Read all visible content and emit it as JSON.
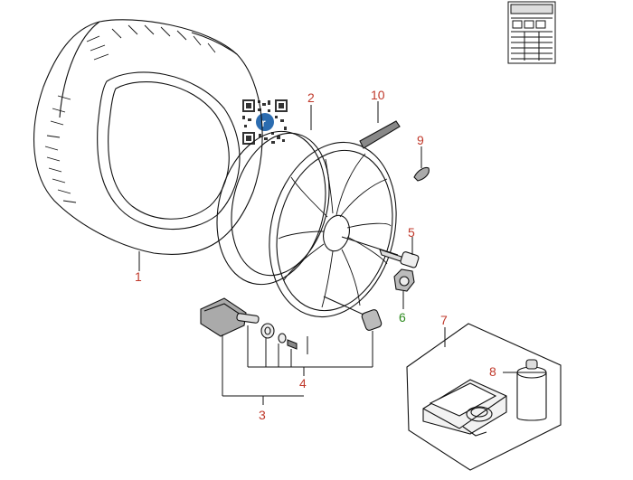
{
  "diagram": {
    "part_color": "#c0392b",
    "highlight_color": "#2e8b1f",
    "line_color": "#111111",
    "callouts": [
      {
        "id": "1",
        "label": "1",
        "part": "tire",
        "highlighted": false
      },
      {
        "id": "2",
        "label": "2",
        "part": "wheel-rim",
        "highlighted": false
      },
      {
        "id": "3",
        "label": "3",
        "part": "tpms-sensor-assembly",
        "highlighted": false
      },
      {
        "id": "4",
        "label": "4",
        "part": "valve-kit",
        "highlighted": false
      },
      {
        "id": "5",
        "label": "5",
        "part": "wheel-bolt",
        "highlighted": false
      },
      {
        "id": "6",
        "label": "6",
        "part": "lock-nut",
        "highlighted": true
      },
      {
        "id": "7",
        "label": "7",
        "part": "tire-repair-kit",
        "highlighted": false
      },
      {
        "id": "8",
        "label": "8",
        "part": "sealant-bottle",
        "highlighted": false
      },
      {
        "id": "9",
        "label": "9",
        "part": "clip",
        "highlighted": false
      },
      {
        "id": "10",
        "label": "10",
        "part": "weight-strip",
        "highlighted": false
      }
    ]
  }
}
